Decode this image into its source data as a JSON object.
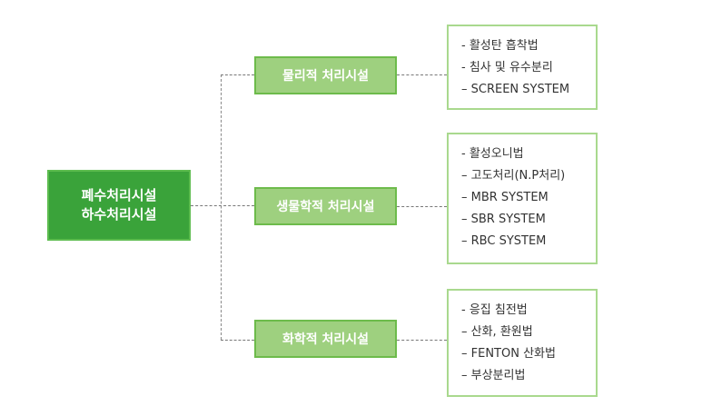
{
  "root": {
    "line1": "폐수처리시설",
    "line2": "하수처리시설"
  },
  "categories": [
    {
      "label": "물리적 처리시설",
      "items": [
        "- 활성탄 흡착법",
        "- 침사 및 유수분리",
        "–  SCREEN SYSTEM"
      ]
    },
    {
      "label": "생물학적 처리시설",
      "items": [
        "- 활성오니법",
        "–  고도처리(N.P처리)",
        "– MBR SYSTEM",
        "–   SBR SYSTEM",
        "–   RBC SYSTEM"
      ]
    },
    {
      "label": "화학적 처리시설",
      "items": [
        "- 응집 침전법",
        "–  산화, 환원법",
        "–   FENTON 산화법",
        "–   부상분리법"
      ]
    }
  ],
  "colors": {
    "root": "#3aa33a",
    "category": "#9ed07f",
    "list_border": "#a9d98e"
  }
}
